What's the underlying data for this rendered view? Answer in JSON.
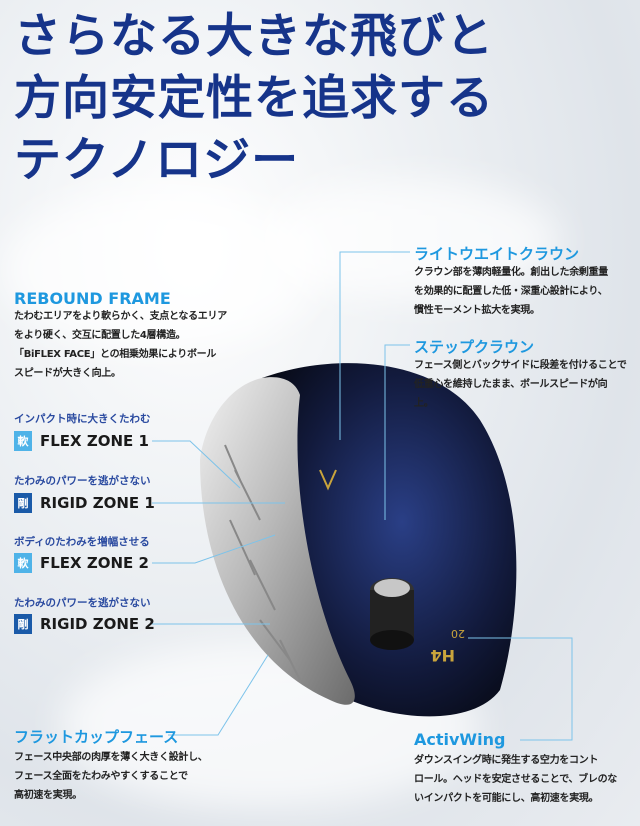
{
  "title": {
    "lines": [
      "さらなる大きな飛びと",
      "方向安定性を追求する",
      "テクノロジー"
    ]
  },
  "rebound_frame": {
    "heading": "REBOUND FRAME",
    "text": [
      "たわむエリアをより軟らかく、支点となるエリア",
      "をより硬く、交互に配置した4層構造。",
      "「BiFLEX FACE」との相乗効果によりボール",
      "スピードが大きく向上。"
    ]
  },
  "zones": [
    {
      "sub": "インパクト時に大きくたわむ",
      "badge": "軟",
      "name": "FLEX ZONE 1",
      "color": "#4fb3e8"
    },
    {
      "sub": "たわみのパワーを逃がさない",
      "badge": "剛",
      "name": "RIGID ZONE 1",
      "color": "#1a5aa8"
    },
    {
      "sub": "ボディのたわみを増幅させる",
      "badge": "軟",
      "name": "FLEX ZONE 2",
      "color": "#4fb3e8"
    },
    {
      "sub": "たわみのパワーを逃がさない",
      "badge": "剛",
      "name": "RIGID ZONE 2",
      "color": "#1a5aa8"
    }
  ],
  "lightweight_crown": {
    "heading": "ライトウエイトクラウン",
    "text": [
      "クラウン部を薄肉軽量化。創出した余剰重量",
      "を効果的に配置した低・深重心設計により、",
      "慣性モーメント拡大を実現。"
    ]
  },
  "step_crown": {
    "heading": "ステップクラウン",
    "text": [
      "フェース側とバックサイドに段差を付けることで",
      "低重心を維持したまま、ボールスピードが向",
      "上。"
    ]
  },
  "flat_cup_face": {
    "heading": "フラットカップフェース",
    "text": [
      "フェース中央部の肉厚を薄く大きく設計し、",
      "フェース全面をたわみやすくすることで",
      "高初速を実現。"
    ]
  },
  "activwing": {
    "heading": "ActivWing",
    "text": [
      "ダウンスイング時に発生する空力をコント",
      "ロール。ヘッドを安定させることで、ブレのな",
      "いインパクトを可能にし、高初速を実現。"
    ]
  },
  "club_markings": {
    "model": "H4",
    "loft": "20"
  },
  "colors": {
    "title": "#16348a",
    "heading": "#1e98df",
    "leader": "#7cc3ea"
  }
}
